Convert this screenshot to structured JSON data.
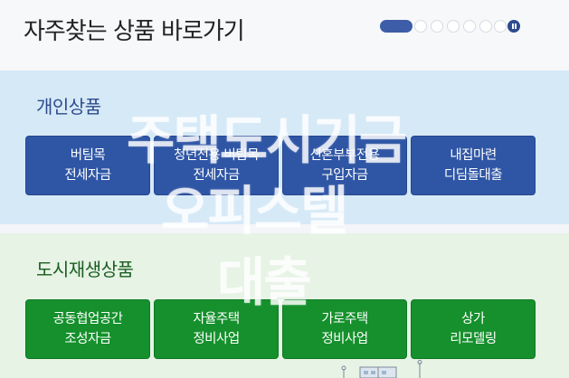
{
  "header": {
    "title": "자주찾는 상품 바로가기",
    "pager": {
      "total_dots": 7,
      "active_index": 0,
      "pause_icon": "pause-icon"
    }
  },
  "overlay": {
    "lines": [
      "주택도시기금",
      "오피스텔",
      "대출"
    ]
  },
  "sections": [
    {
      "title": "개인상품",
      "color": "#2f56a5",
      "items": [
        {
          "line1": "버팀목",
          "line2": "전세자금"
        },
        {
          "line1": "청년전용 버팀목",
          "line2": "전세자금"
        },
        {
          "line1": "신혼부부전용",
          "line2": "구입자금"
        },
        {
          "line1": "내집마련",
          "line2": "디딤돌대출"
        }
      ]
    },
    {
      "title": "도시재생상품",
      "color": "#15902c",
      "items": [
        {
          "line1": "공동협업공간",
          "line2": "조성자금"
        },
        {
          "line1": "자율주택",
          "line2": "정비사업"
        },
        {
          "line1": "가로주택",
          "line2": "정비사업"
        },
        {
          "line1": "상가",
          "line2": "리모델링"
        }
      ]
    }
  ]
}
